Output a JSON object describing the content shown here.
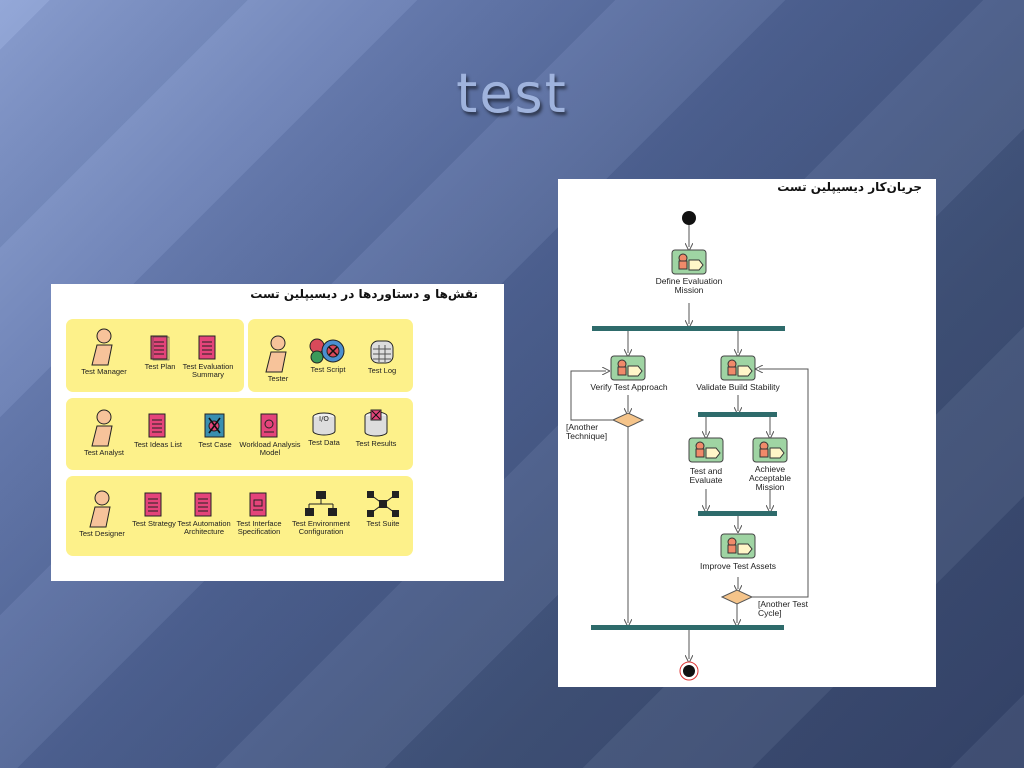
{
  "slide": {
    "title": "test"
  },
  "roles_panel": {
    "heading": "نقش‌ها و دستاوردها در دیسیپلین تست",
    "items": [
      {
        "label": "Test Manager",
        "icon": "person-icon"
      },
      {
        "label": "Test Plan",
        "icon": "document-icon"
      },
      {
        "label": "Test Evaluation Summary",
        "icon": "document-icon"
      },
      {
        "label": "Tester",
        "icon": "person-icon"
      },
      {
        "label": "Test Script",
        "icon": "script-icon"
      },
      {
        "label": "Test Log",
        "icon": "log-icon"
      },
      {
        "label": "Test Analyst",
        "icon": "person-icon"
      },
      {
        "label": "Test Ideas List",
        "icon": "document-icon"
      },
      {
        "label": "Test Case",
        "icon": "test-case-icon"
      },
      {
        "label": "Workload Analysis Model",
        "icon": "document-icon"
      },
      {
        "label": "Test Data",
        "icon": "test-data-icon"
      },
      {
        "label": "Test Results",
        "icon": "test-results-icon"
      },
      {
        "label": "Test Designer",
        "icon": "person-icon"
      },
      {
        "label": "Test Strategy",
        "icon": "document-icon"
      },
      {
        "label": "Test Automation Architecture",
        "icon": "document-icon"
      },
      {
        "label": "Test Interface Specification",
        "icon": "document-icon"
      },
      {
        "label": "Test Environment Configuration",
        "icon": "network-icon"
      },
      {
        "label": "Test Suite",
        "icon": "suite-icon"
      }
    ]
  },
  "workflow_panel": {
    "heading": "جریان‌کار دیسیپلین تست",
    "activities": {
      "define": "Define Evaluation Mission",
      "verify": "Verify Test Approach",
      "validate": "Validate Build Stability",
      "test_evaluate": "Test and Evaluate",
      "achieve": "Achieve Acceptable Mission",
      "improve": "Improve Test Assets"
    },
    "guards": {
      "another_technique": "[Another Technique]",
      "another_cycle": "[Another Test Cycle]"
    }
  }
}
